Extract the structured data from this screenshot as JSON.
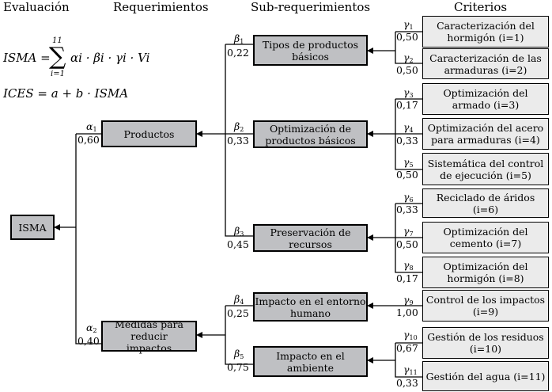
{
  "headers": {
    "evaluacion": "Evaluación",
    "requerimientos": "Requerimientos",
    "subrequerimientos": "Sub-requerimientos",
    "criterios": "Criterios"
  },
  "formulas": {
    "isma_lhs": "ISMA =",
    "sum_upper": "11",
    "sum_lower": "i=1",
    "isma_terms": "αi · βi · γi · Vi",
    "ices": "ICES = a + b · ISMA"
  },
  "root": {
    "label": "ISMA"
  },
  "requirements": [
    {
      "label": "Productos",
      "weight_symbol": "α",
      "weight_sub": "1",
      "weight": "0,60"
    },
    {
      "label": "Medidas para reducir impactos",
      "weight_symbol": "α",
      "weight_sub": "2",
      "weight": "0,40"
    }
  ],
  "subrequirements": [
    {
      "label": "Tipos de productos básicos",
      "weight_symbol": "β",
      "weight_sub": "1",
      "weight": "0,22"
    },
    {
      "label": "Optimización de productos básicos",
      "weight_symbol": "β",
      "weight_sub": "2",
      "weight": "0,33"
    },
    {
      "label": "Preservación de recursos",
      "weight_symbol": "β",
      "weight_sub": "3",
      "weight": "0,45"
    },
    {
      "label": "Impacto en el entorno humano",
      "weight_symbol": "β",
      "weight_sub": "4",
      "weight": "0,25"
    },
    {
      "label": "Impacto en el ambiente",
      "weight_symbol": "β",
      "weight_sub": "5",
      "weight": "0,75"
    }
  ],
  "criteria": [
    {
      "label": "Caracterización del hormigón (i=1)",
      "weight_symbol": "γ",
      "weight_sub": "1",
      "weight": "0,50"
    },
    {
      "label": "Caracterización de las armaduras (i=2)",
      "weight_symbol": "γ",
      "weight_sub": "2",
      "weight": "0,50"
    },
    {
      "label": "Optimización del armado (i=3)",
      "weight_symbol": "γ",
      "weight_sub": "3",
      "weight": "0,17"
    },
    {
      "label": "Optimización del acero para armaduras (i=4)",
      "weight_symbol": "γ",
      "weight_sub": "4",
      "weight": "0,33"
    },
    {
      "label": "Sistemática del control de ejecución (i=5)",
      "weight_symbol": "γ",
      "weight_sub": "5",
      "weight": "0,50"
    },
    {
      "label": "Reciclado de áridos (i=6)",
      "weight_symbol": "γ",
      "weight_sub": "6",
      "weight": "0,33"
    },
    {
      "label": "Optimización del cemento (i=7)",
      "weight_symbol": "γ",
      "weight_sub": "7",
      "weight": "0,50"
    },
    {
      "label": "Optimización del hormigón (i=8)",
      "weight_symbol": "γ",
      "weight_sub": "8",
      "weight": "0,17"
    },
    {
      "label": "Control de los impactos (i=9)",
      "weight_symbol": "γ",
      "weight_sub": "9",
      "weight": "1,00"
    },
    {
      "label": "Gestión de los residuos (i=10)",
      "weight_symbol": "γ",
      "weight_sub": "10",
      "weight": "0,67"
    },
    {
      "label": "Gestión del agua (i=11)",
      "weight_symbol": "γ",
      "weight_sub": "11",
      "weight": "0,33"
    }
  ]
}
